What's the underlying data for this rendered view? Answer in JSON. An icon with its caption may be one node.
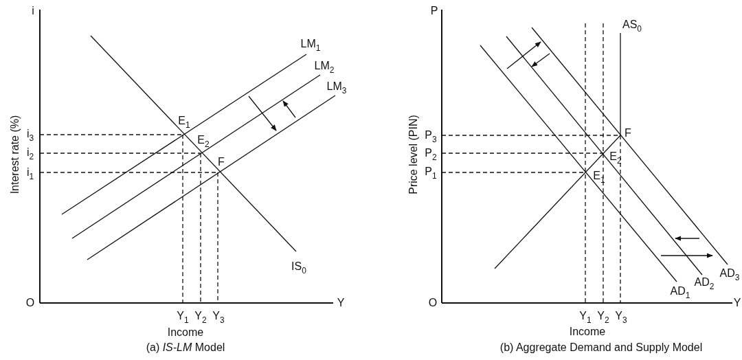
{
  "diagram": {
    "labels": [
      "i",
      "Interest rate (%)",
      "LM$_{1}$",
      "LM$_{2}$",
      "LM$_{3}$",
      "E$_{1}$",
      "i$_{3}$",
      "E$_{2}$",
      "i$_{2}$",
      "F",
      "i$_{1}$",
      "IS$_{0}$",
      "O",
      "Y",
      "Y$_{1}$",
      "Y$_{2}$",
      "Y$_{3}$",
      "Income",
      "(a) *IS-LM* Model",
      "P",
      "AS$_{0}$",
      "Price level (PIN)",
      "P$_{3}$",
      "F",
      "P$_{2}$",
      "E$_{2}$",
      "P$_{1}$",
      "E$_{1}$",
      "AD$_{3}$",
      "AD$_{2}$",
      "AD$_{1}$",
      "O",
      "Y",
      "Y$_{1}$",
      "Y$_{2}$",
      "Y$_{3}$",
      "Income",
      "(b) Aggregate Demand and Supply Model"
    ]
  }
}
